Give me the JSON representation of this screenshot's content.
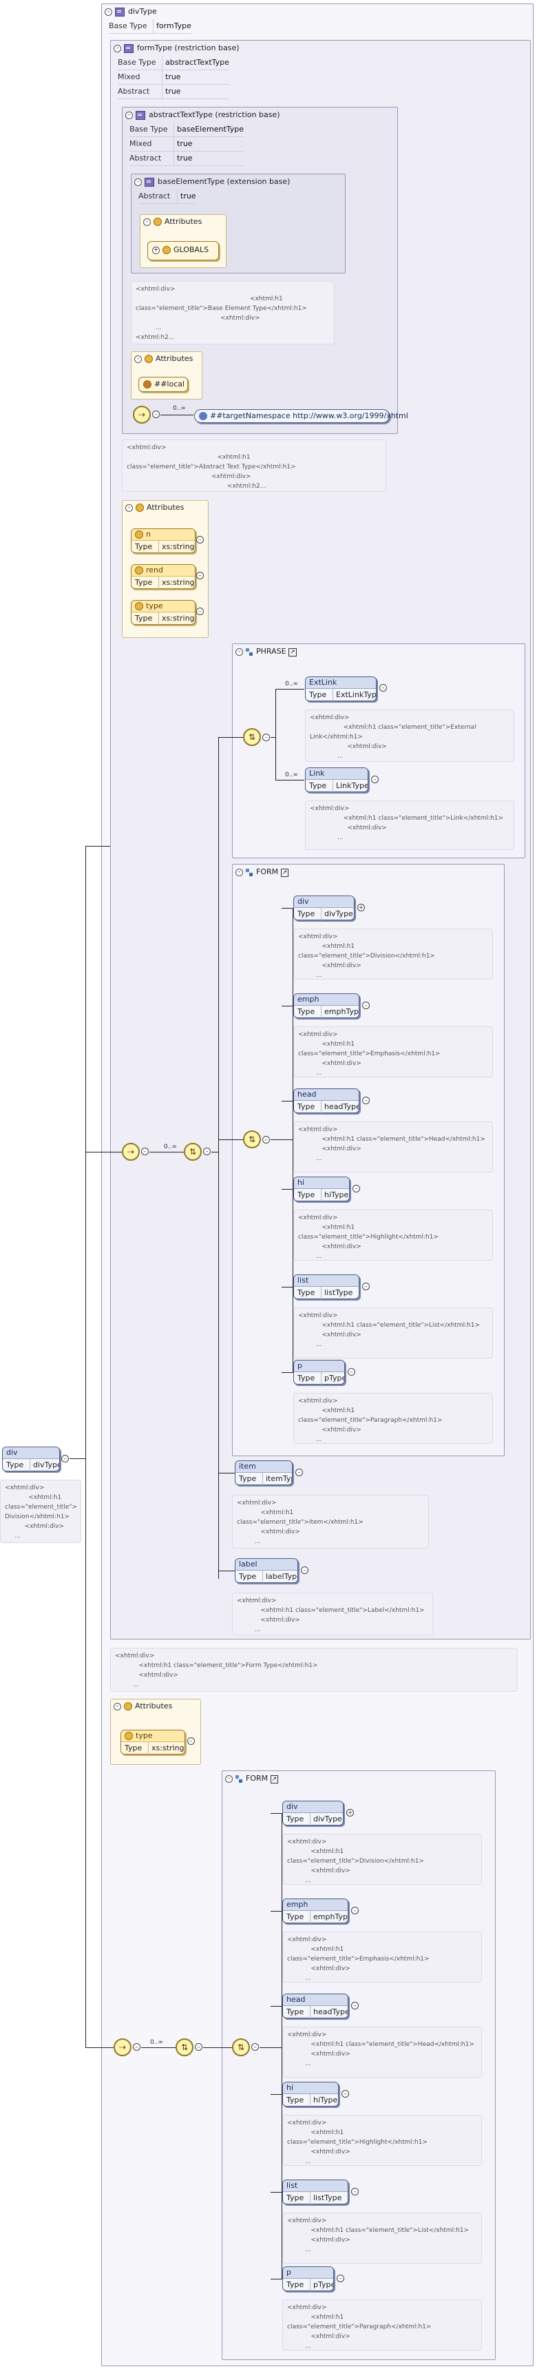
{
  "root": {
    "title": "divType",
    "base_type_label": "Base Type",
    "base_type_value": "formType"
  },
  "formType": {
    "title": "formType (restriction base)",
    "props": [
      {
        "k": "Base Type",
        "v": "abstractTextType"
      },
      {
        "k": "Mixed",
        "v": "true"
      },
      {
        "k": "Abstract",
        "v": "true"
      }
    ]
  },
  "abstractTextType": {
    "title": "abstractTextType (restriction base)",
    "props": [
      {
        "k": "Base Type",
        "v": "baseElementType"
      },
      {
        "k": "Mixed",
        "v": "true"
      },
      {
        "k": "Abstract",
        "v": "true"
      }
    ]
  },
  "baseElementType": {
    "title": "baseElementType (extension base)",
    "abstract_label": "Abstract",
    "abstract_value": "true",
    "attributes_label": "Attributes",
    "globals_label": "GLOBALS",
    "note": "<xhtml:div>\n                                                          <xhtml:h1\nclass=\"element_title\">Base Element Type</xhtml:h1>\n                                           <xhtml:div>\n          ...\n<xhtml:h2..."
  },
  "abstractAttrs": {
    "label": "Attributes",
    "local_label": "##local"
  },
  "anyElement": {
    "multiplicity": "0..∞",
    "namespace": "##targetNamespace http://www.w3.org/1999/xhtml"
  },
  "abstractNote": "<xhtml:div>\n                                              <xhtml:h1\nclass=\"element_title\">Abstract Text Type</xhtml:h1>\n                                           <xhtml:div>\n                                                   <xhtml:h2...",
  "formAttrs": {
    "label": "Attributes",
    "items": [
      {
        "name": "n",
        "type_label": "Type",
        "type": "xs:string"
      },
      {
        "name": "rend",
        "type_label": "Type",
        "type": "xs:string"
      },
      {
        "name": "type",
        "type_label": "Type",
        "type": "xs:string"
      }
    ]
  },
  "phrase": {
    "title": "PHRASE",
    "items": [
      {
        "name": "ExtLink",
        "mult": "0..∞",
        "type_label": "Type",
        "type": "ExtLinkType",
        "note": "<xhtml:div>\n                 <xhtml:h1 class=\"element_title\">External\nLink</xhtml:h1>\n                   <xhtml:div>\n              ..."
      },
      {
        "name": "Link",
        "mult": "0..∞",
        "type_label": "Type",
        "type": "LinkType",
        "note": "<xhtml:div>\n                 <xhtml:h1 class=\"element_title\">Link</xhtml:h1>\n                   <xhtml:div>\n              ..."
      }
    ]
  },
  "form": {
    "title": "FORM",
    "items": [
      {
        "name": "div",
        "type_label": "Type",
        "type": "divType",
        "note": "<xhtml:div>\n            <xhtml:h1\nclass=\"element_title\">Division</xhtml:h1>\n            <xhtml:div>\n         ..."
      },
      {
        "name": "emph",
        "type_label": "Type",
        "type": "emphType",
        "note": "<xhtml:div>\n            <xhtml:h1\nclass=\"element_title\">Emphasis</xhtml:h1>\n            <xhtml:div>\n         ..."
      },
      {
        "name": "head",
        "type_label": "Type",
        "type": "headType",
        "note": "<xhtml:div>\n            <xhtml:h1 class=\"element_title\">Head</xhtml:h1>\n            <xhtml:div>\n         ..."
      },
      {
        "name": "hi",
        "type_label": "Type",
        "type": "hiType",
        "note": "<xhtml:div>\n            <xhtml:h1\nclass=\"element_title\">Highlight</xhtml:h1>\n            <xhtml:div>\n         ..."
      },
      {
        "name": "list",
        "type_label": "Type",
        "type": "listType",
        "note": "<xhtml:div>\n            <xhtml:h1 class=\"element_title\">List</xhtml:h1>\n            <xhtml:div>\n         ..."
      },
      {
        "name": "p",
        "type_label": "Type",
        "type": "pType",
        "note": "<xhtml:div>\n            <xhtml:h1\nclass=\"element_title\">Paragraph</xhtml:h1>\n            <xhtml:div>\n         ..."
      }
    ]
  },
  "item": {
    "name": "item",
    "type_label": "Type",
    "type": "itemType",
    "note": "<xhtml:div>\n            <xhtml:h1\nclass=\"element_title\">Item</xhtml:h1>\n            <xhtml:div>\n         ..."
  },
  "label": {
    "name": "label",
    "type_label": "Type",
    "type": "labelType",
    "note": "<xhtml:div>\n            <xhtml:h1 class=\"element_title\">Label</xhtml:h1>\n            <xhtml:div>\n         ..."
  },
  "choiceMult": "0..∞",
  "formTypeNote": "<xhtml:div>\n            <xhtml:h1 class=\"element_title\">Form Type</xhtml:h1>\n            <xhtml:div>\n         ...",
  "divAttrs": {
    "label": "Attributes",
    "items": [
      {
        "name": "type",
        "type_label": "Type",
        "type": "xs:string"
      }
    ]
  },
  "divElement": {
    "name": "div",
    "type_label": "Type",
    "type": "divType",
    "note": "<xhtml:div>\n            <xhtml:h1\nclass=\"element_title\">\nDivision</xhtml:h1>\n          <xhtml:div>\n     ..."
  },
  "form2": {
    "title": "FORM",
    "mult": "0..∞",
    "items": [
      {
        "name": "div",
        "type_label": "Type",
        "type": "divType",
        "note": "<xhtml:div>\n            <xhtml:h1\nclass=\"element_title\">Division</xhtml:h1>\n            <xhtml:div>\n         ..."
      },
      {
        "name": "emph",
        "type_label": "Type",
        "type": "emphType",
        "note": "<xhtml:div>\n            <xhtml:h1\nclass=\"element_title\">Emphasis</xhtml:h1>\n            <xhtml:div>\n         ..."
      },
      {
        "name": "head",
        "type_label": "Type",
        "type": "headType",
        "note": "<xhtml:div>\n            <xhtml:h1 class=\"element_title\">Head</xhtml:h1>\n            <xhtml:div>\n         ..."
      },
      {
        "name": "hi",
        "type_label": "Type",
        "type": "hiType",
        "note": "<xhtml:div>\n            <xhtml:h1\nclass=\"element_title\">Highlight</xhtml:h1>\n            <xhtml:div>\n         ..."
      },
      {
        "name": "list",
        "type_label": "Type",
        "type": "listType",
        "note": "<xhtml:div>\n            <xhtml:h1 class=\"element_title\">List</xhtml:h1>\n            <xhtml:div>\n         ..."
      },
      {
        "name": "p",
        "type_label": "Type",
        "type": "pType",
        "note": "<xhtml:div>\n            <xhtml:h1\nclass=\"element_title\">Paragraph</xhtml:h1>\n            <xhtml:div>\n         ..."
      }
    ]
  },
  "colors": {
    "panel_border": "#9a98b8",
    "element_header": "#d4dcef",
    "attribute_bg": "#fdf8e8"
  }
}
